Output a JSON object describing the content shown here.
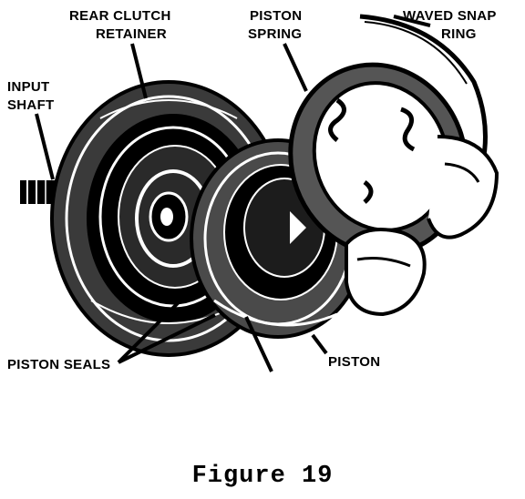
{
  "labels": {
    "rear_clutch_retainer_1": "REAR CLUTCH",
    "rear_clutch_retainer_2": "RETAINER",
    "piston_spring_1": "PISTON",
    "piston_spring_2": "SPRING",
    "waved_snap_ring_1": "WAVED SNAP",
    "waved_snap_ring_2": "RING",
    "input_shaft_1": "INPUT",
    "input_shaft_2": "SHAFT",
    "piston_seals": "PISTON SEALS",
    "piston": "PISTON"
  },
  "caption": "Figure 19",
  "colors": {
    "ink": "#000000",
    "paper": "#ffffff",
    "shade": "#3a3a3a"
  }
}
